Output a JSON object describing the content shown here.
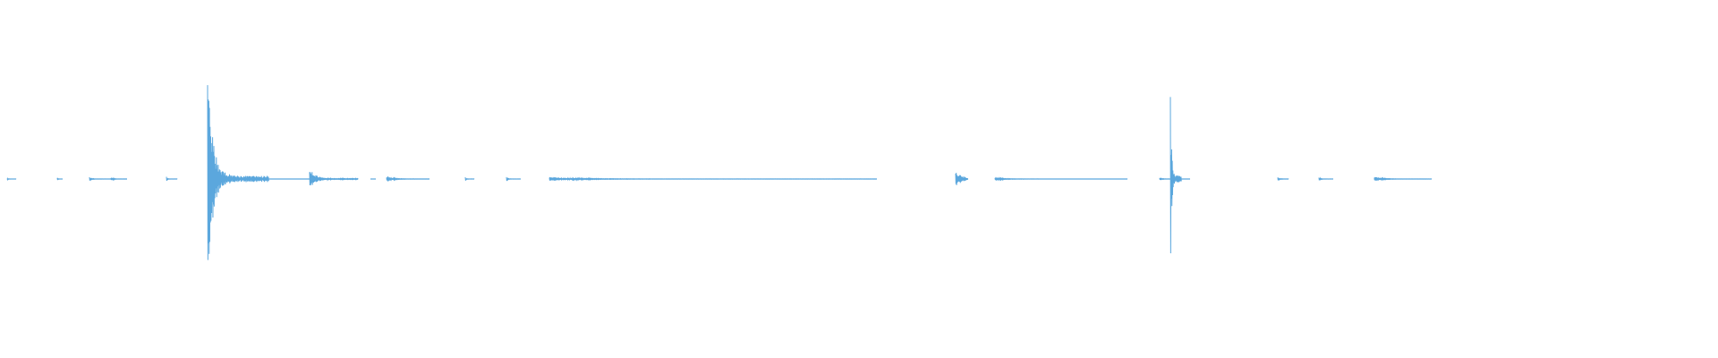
{
  "waveform": {
    "color": "#5ba7dd",
    "background": "#ffffff",
    "bursts": [
      {
        "name": "tick-1",
        "peak": 0.01,
        "decay": 0.3
      },
      {
        "name": "tick-2",
        "peak": 0.01,
        "decay": 0.3
      },
      {
        "name": "tick-3",
        "peak": 0.02,
        "decay": 0.4
      },
      {
        "name": "tick-4",
        "peak": 0.02,
        "decay": 0.4
      },
      {
        "name": "tick-5",
        "peak": 0.02,
        "decay": 0.3
      },
      {
        "name": "transient-1",
        "peak": 0.9,
        "decay": 0.35
      },
      {
        "name": "click-1",
        "peak": 0.12,
        "decay": 0.4
      },
      {
        "name": "tick-6",
        "peak": 0.03,
        "decay": 0.4
      },
      {
        "name": "tick-7",
        "peak": 0.02,
        "decay": 0.3
      },
      {
        "name": "tick-8",
        "peak": 0.02,
        "decay": 0.3
      },
      {
        "name": "tick-9",
        "peak": 0.02,
        "decay": 0.3
      },
      {
        "name": "sustained-noise",
        "peak": 0.06,
        "decay": 0.9
      },
      {
        "name": "tick-10",
        "peak": 0.01,
        "decay": 0.3
      },
      {
        "name": "transient-2",
        "peak": 1.0,
        "decay": 0.35
      },
      {
        "name": "tick-11",
        "peak": 0.03,
        "decay": 0.4
      },
      {
        "name": "tick-12",
        "peak": 0.02,
        "decay": 0.3
      },
      {
        "name": "tick-13",
        "peak": 0.01,
        "decay": 0.3
      },
      {
        "name": "tick-14",
        "peak": 0.01,
        "decay": 0.3
      },
      {
        "name": "tick-15",
        "peak": 0.02,
        "decay": 0.4
      }
    ]
  }
}
